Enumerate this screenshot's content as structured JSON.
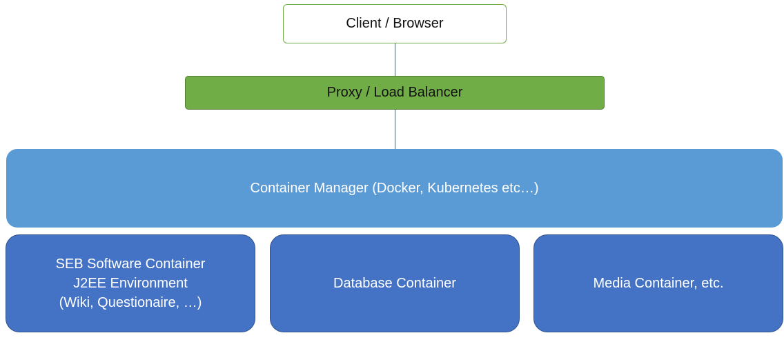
{
  "client": {
    "label": "Client / Browser"
  },
  "proxy": {
    "label": "Proxy / Load Balancer"
  },
  "manager": {
    "label": "Container Manager (Docker, Kubernetes etc…)"
  },
  "containers": [
    {
      "lines": [
        "SEB Software Container",
        "J2EE Environment",
        "(Wiki, Questionaire, …)"
      ]
    },
    {
      "lines": [
        "Database Container"
      ]
    },
    {
      "lines": [
        "Media Container, etc."
      ]
    }
  ],
  "colors": {
    "client_border": "#70ad47",
    "proxy_fill": "#70ad47",
    "manager_fill": "#5b9bd5",
    "container_fill": "#4472c4"
  }
}
